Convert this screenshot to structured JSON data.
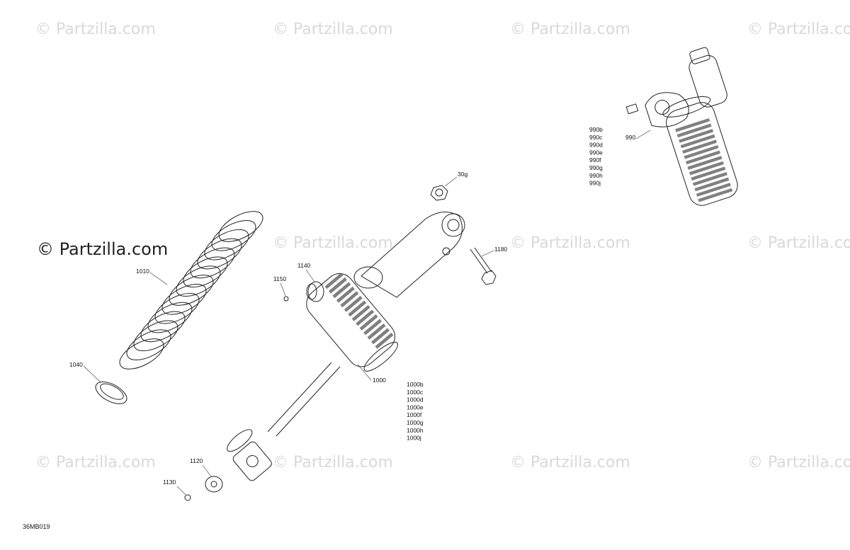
{
  "watermark": {
    "text": "© Partzilla.com",
    "brand_text": "© Partzilla.com"
  },
  "diagram_code": "36MB019",
  "callouts": {
    "c30g": "30g",
    "c990": "990",
    "c990_variants": [
      "990b",
      "990c",
      "990d",
      "990e",
      "990f",
      "990g",
      "990h",
      "990j"
    ],
    "c1010": "1010",
    "c1040": "1040",
    "c1140": "1140",
    "c1150": "1150",
    "c1180": "1180",
    "c1000": "1000",
    "c1000_variants": [
      "1000b",
      "1000c",
      "1000d",
      "1000e",
      "1000f",
      "1000g",
      "1000h",
      "1000j"
    ],
    "c1120": "1120",
    "c1130": "1130"
  },
  "colors": {
    "line": "#222222",
    "watermark": "#d9d9d9",
    "coil_dark": "#555555"
  }
}
